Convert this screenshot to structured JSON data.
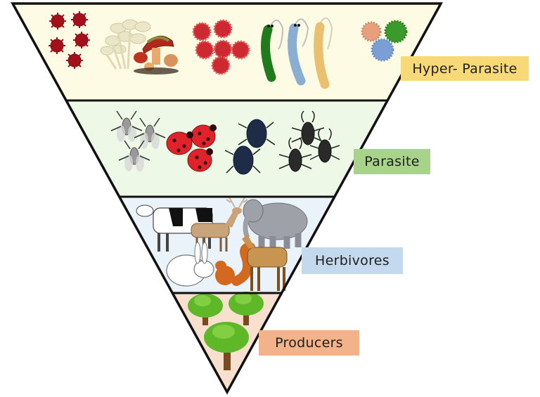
{
  "diagram": {
    "type": "inverted-pyramid",
    "title": "",
    "levels": [
      {
        "id": "hyper-parasite",
        "label": "Hyper- Parasite",
        "band_color": "#fdfbe3",
        "label_color": "#f7d978",
        "illustrations": [
          "red-spiky-spores",
          "mushrooms-fungi",
          "red-virus-cluster",
          "bacteria-green-blue-yellow",
          "virus-orange-green-blue"
        ]
      },
      {
        "id": "parasite",
        "label": "Parasite",
        "band_color": "#eef8e6",
        "label_color": "#a8d38a",
        "illustrations": [
          "flies",
          "ladybugs",
          "blue-beetles",
          "stag-beetles"
        ]
      },
      {
        "id": "herbivores",
        "label": "Herbivores",
        "band_color": "#eaf3fa",
        "label_color": "#c4d9ee",
        "illustrations": [
          "cow",
          "deer",
          "elephant",
          "rabbit",
          "squirrel",
          "goat"
        ]
      },
      {
        "id": "producers",
        "label": "Producers",
        "band_color": "#f8e0cf",
        "label_color": "#f2b38a",
        "illustrations": [
          "trees"
        ]
      }
    ],
    "outline_color": "#111111"
  }
}
